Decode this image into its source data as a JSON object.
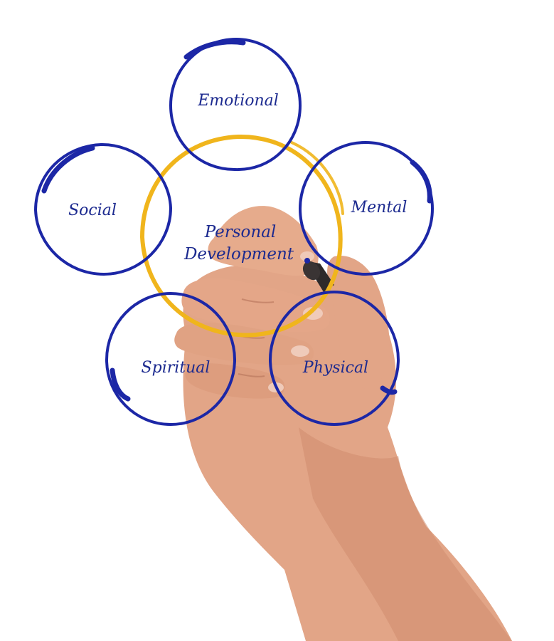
{
  "diagram": {
    "center": {
      "line1": "Personal",
      "line2": "Development"
    },
    "nodes": [
      {
        "key": "emotional",
        "label": "Emotional"
      },
      {
        "key": "social",
        "label": "Social"
      },
      {
        "key": "mental",
        "label": "Mental"
      },
      {
        "key": "spiritual",
        "label": "Spiritual"
      },
      {
        "key": "physical",
        "label": "Physical"
      }
    ]
  },
  "colors": {
    "background": "#ffffff",
    "node_ring": "#1c27a6",
    "center_ring": "#f0b51c",
    "text": "#1c2a8f",
    "skin": "#e2a587",
    "skin_shadow": "#c47f63",
    "marker": "#2e2a2a"
  },
  "image_description_icons": [
    "hand-illustration",
    "marker-pen-icon"
  ]
}
